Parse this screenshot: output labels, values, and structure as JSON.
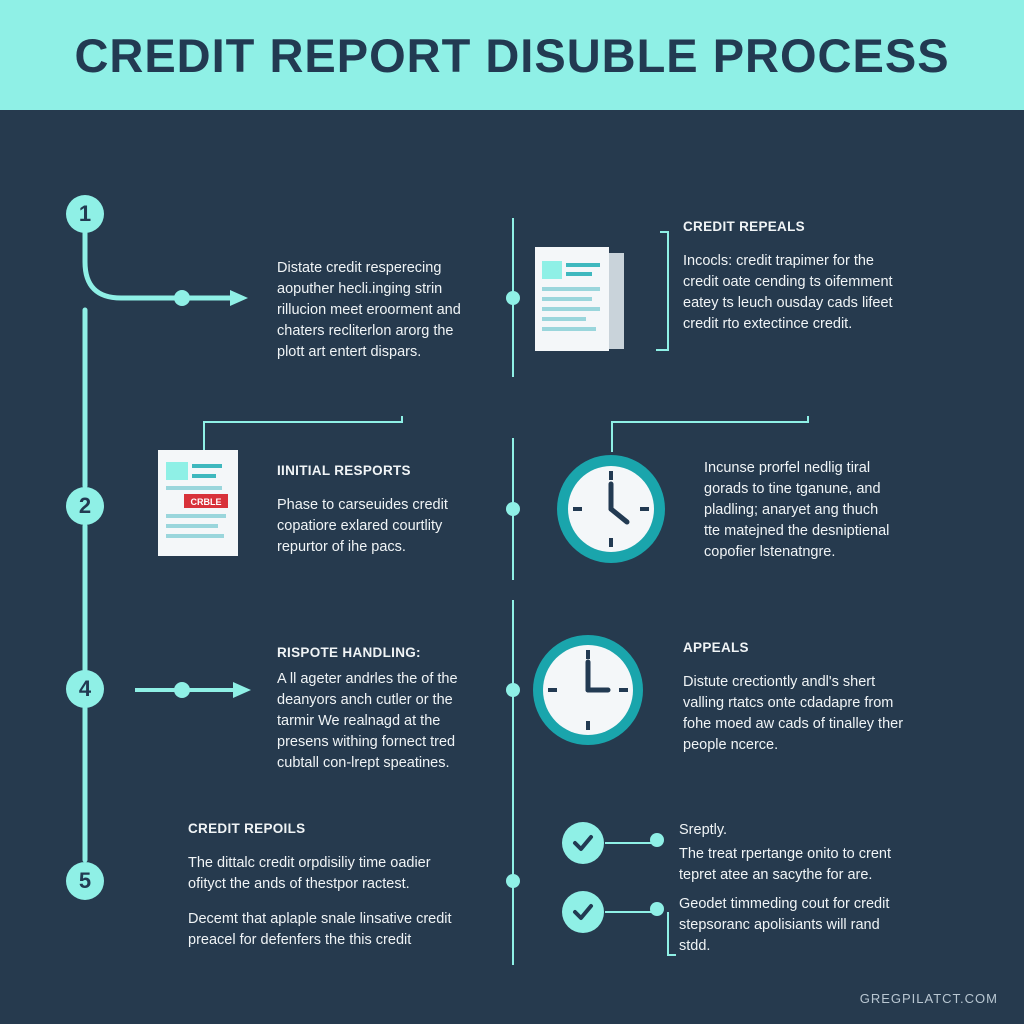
{
  "header": {
    "title": "CREDIT REPORT DISUBLE PROCESS"
  },
  "steps": [
    {
      "number": "1"
    },
    {
      "number": "2"
    },
    {
      "number": "4"
    },
    {
      "number": "5"
    }
  ],
  "left_blocks": {
    "step1": {
      "lines": [
        "Distate credit resperecing",
        "aoputher hecli.inging strin",
        "rillucion meet eroorment and",
        "chaters recliterlon arorg the",
        "plott art entert dispars."
      ]
    },
    "initial_reports": {
      "title": "IINITIAL RESPORTS",
      "lines": [
        "Phase to carseuides credit",
        "copatiore exlared courtlity",
        "repurtor of ihe pacs."
      ],
      "doc_stamp": "CRBLE"
    },
    "dispute_handling": {
      "title": "RISPOTE HANDLING:",
      "lines": [
        "A ll ageter andrles the of the",
        "deanyors anch cutler or the",
        "tarmir We realnagd at the",
        "presens withing fornect tred",
        "cubtall con-lrept speatines."
      ]
    },
    "credit_repoils": {
      "title": "CREDIT REPOILS",
      "lines": [
        "The dittalc credit orpdisiliy time oadier",
        "ofityct the ands of thestpor ractest."
      ],
      "lines2": [
        "Decemt that aplaple snale linsative credit",
        "preacel for defenfers the this credit"
      ]
    }
  },
  "right_blocks": {
    "credit_repeals": {
      "title": "CREDIT REPEALS",
      "lines": [
        "Incocls: credit trapimer for the",
        "credit oate cending ts oifemment",
        "eatey ts leuch ousday cads lifeet",
        "credit rto extectince credit."
      ]
    },
    "clock_info": {
      "lines": [
        "Incunse prorfel nedlig tiral",
        "gorads to tine tganune, and",
        "pladling; anaryet ang thuch",
        "tte matejned the desniptienal",
        "copofier lstenatngre."
      ]
    },
    "appeals": {
      "title": "APPEALS",
      "lines": [
        "Distute crectiontly andl's shert",
        "valling rtatcs onte cdadapre from",
        "fohe moed aw cads of tinalley ther",
        "people ncerce."
      ]
    },
    "check1": {
      "lines": [
        "Sreptly.",
        "The treat rpertange onito to crent",
        "tepret atee an sacythe for are."
      ]
    },
    "check2": {
      "lines": [
        "Geodet timmeding cout for credit",
        "stepsoranc apolisiants will rand",
        "stdd."
      ]
    }
  },
  "icons": [
    "document-icon",
    "clock-icon",
    "check-icon",
    "arrow-right-icon"
  ],
  "colors": {
    "background": "#263a4e",
    "accent": "#8ff0e6",
    "accent_dark": "#1aa5ac",
    "header_text": "#223a52",
    "text": "#f0f4f6"
  },
  "footer": {
    "text": "GREGPILATCT.COM"
  }
}
